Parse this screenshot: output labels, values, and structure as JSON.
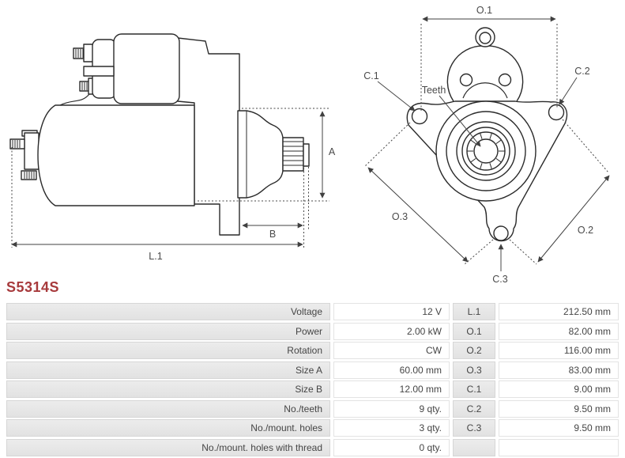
{
  "part_number": "S5314S",
  "accent_color": "#a73a3c",
  "diagram": {
    "side_view": {
      "labels": {
        "a": "A",
        "b": "B",
        "l1": "L.1"
      }
    },
    "front_view": {
      "labels": {
        "o1": "O.1",
        "o2": "O.2",
        "o3": "O.3",
        "c1": "C.1",
        "c2": "C.2",
        "c3": "C.3",
        "teeth": "Teeth"
      }
    }
  },
  "table": {
    "rows": [
      {
        "label": "Voltage",
        "value": "12 V",
        "key": "L.1",
        "key_value": "212.50 mm"
      },
      {
        "label": "Power",
        "value": "2.00 kW",
        "key": "O.1",
        "key_value": "82.00 mm"
      },
      {
        "label": "Rotation",
        "value": "CW",
        "key": "O.2",
        "key_value": "116.00 mm"
      },
      {
        "label": "Size A",
        "value": "60.00 mm",
        "key": "O.3",
        "key_value": "83.00 mm"
      },
      {
        "label": "Size B",
        "value": "12.00 mm",
        "key": "C.1",
        "key_value": "9.00 mm"
      },
      {
        "label": "No./teeth",
        "value": "9 qty.",
        "key": "C.2",
        "key_value": "9.50 mm"
      },
      {
        "label": "No./mount. holes",
        "value": "3 qty.",
        "key": "C.3",
        "key_value": "9.50 mm"
      },
      {
        "label": "No./mount. holes with thread",
        "value": "0 qty.",
        "key": "",
        "key_value": ""
      }
    ]
  }
}
